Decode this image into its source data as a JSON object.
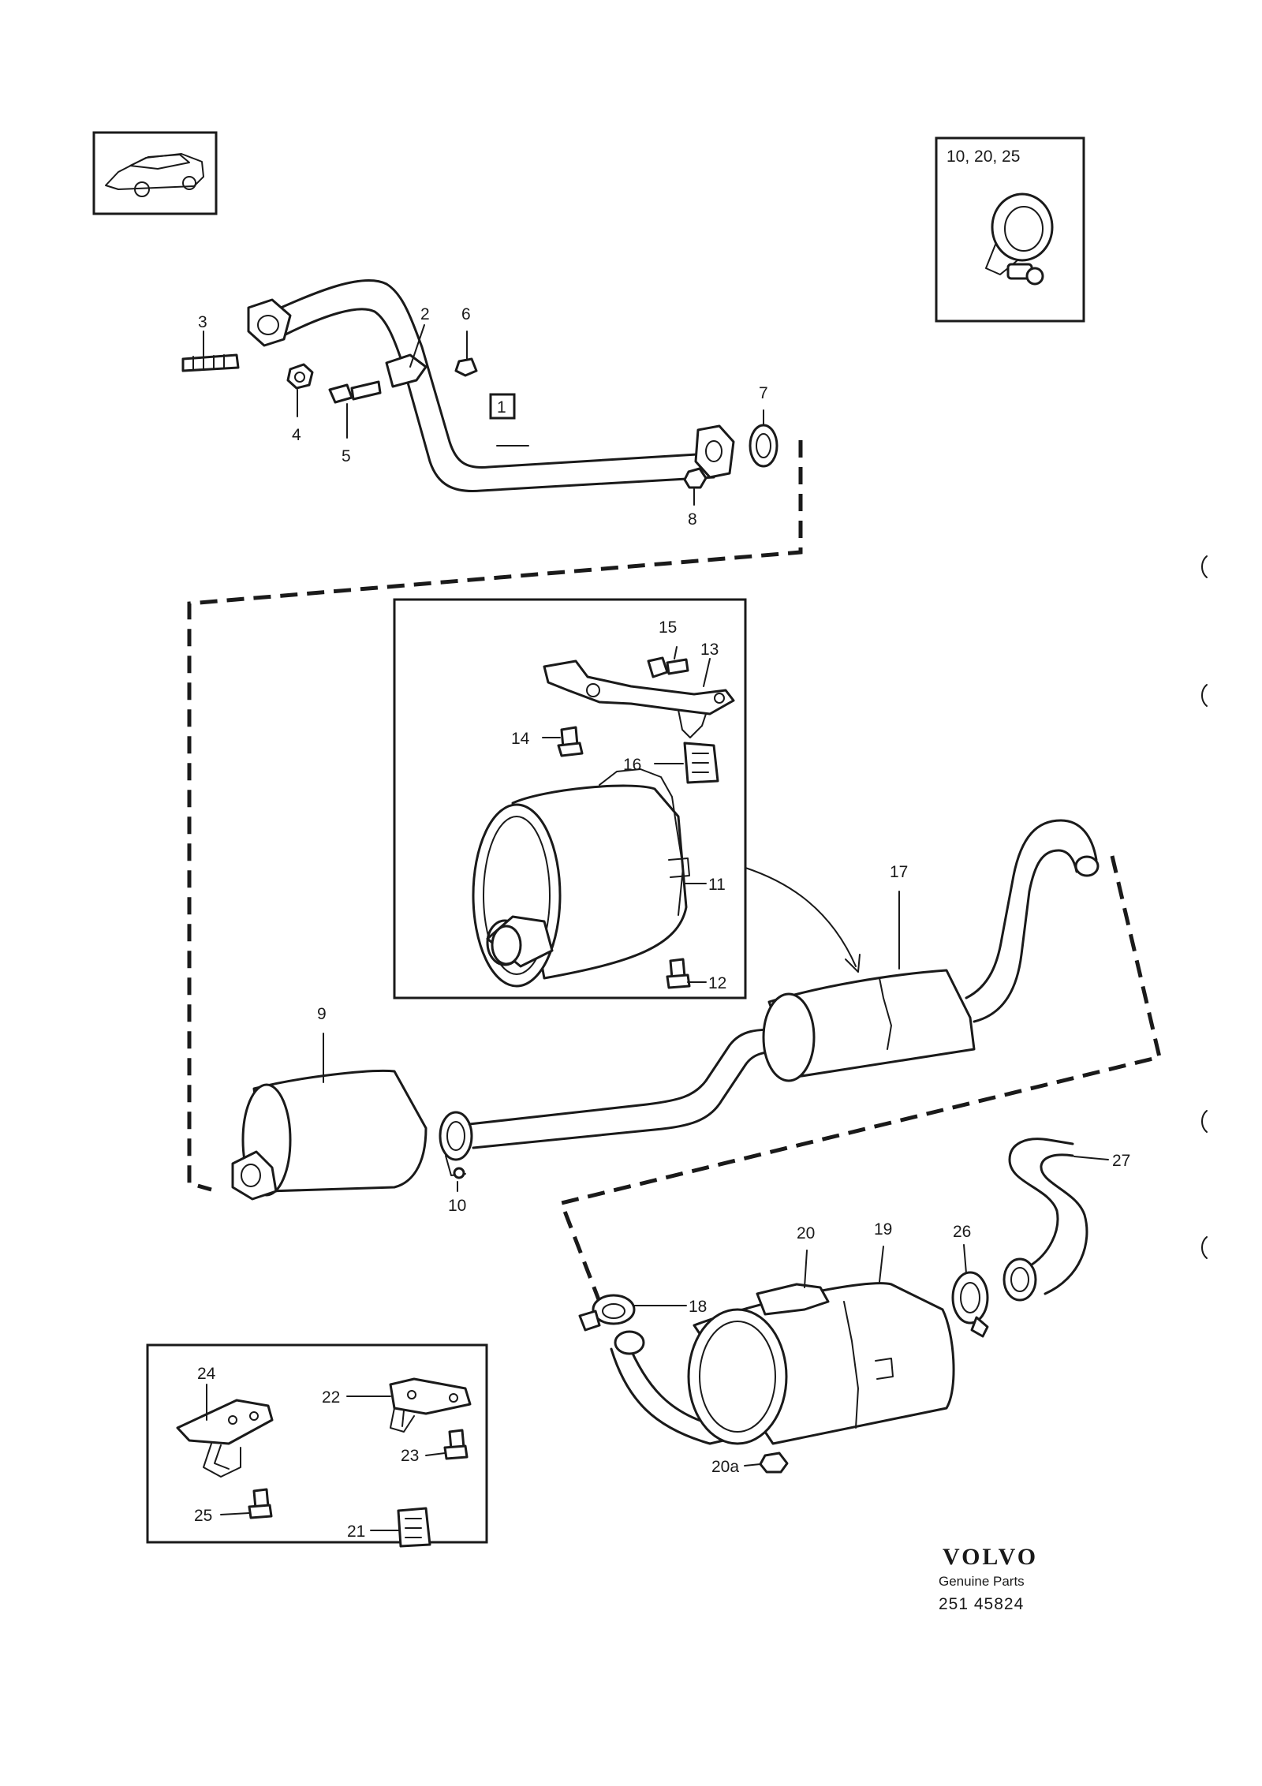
{
  "callouts": {
    "c1": "1",
    "c2": "2",
    "c3": "3",
    "c4": "4",
    "c5": "5",
    "c6": "6",
    "c7": "7",
    "c8": "8",
    "c9": "9",
    "c10": "10",
    "c11": "11",
    "c12": "12",
    "c13": "13",
    "c14": "14",
    "c15": "15",
    "c16": "16",
    "c17": "17",
    "c18": "18",
    "c19": "19",
    "c20": "20",
    "c20a": "20a",
    "c21": "21",
    "c22": "22",
    "c23": "23",
    "c24": "24",
    "c25": "25",
    "c26": "26",
    "c27": "27"
  },
  "inset_top_right": {
    "label": "10, 20, 25"
  },
  "footer": {
    "brand": "VOLVO",
    "subtitle": "Genuine Parts",
    "code": "251 45824"
  }
}
